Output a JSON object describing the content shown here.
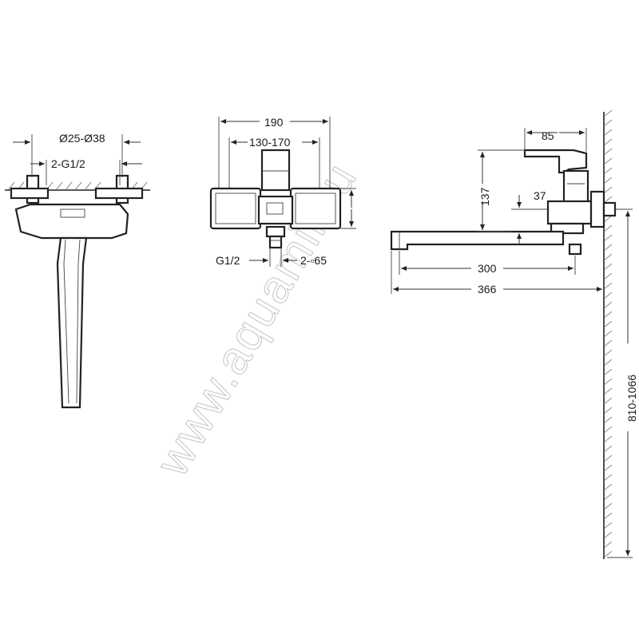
{
  "watermark": "www.aquamir.ru",
  "side_view": {
    "dim_outer_diameter": "Ø25-Ø38",
    "dim_inlet_thread": "2-G1/2"
  },
  "front_view": {
    "dim_total_width": "190",
    "dim_center_distance": "130-170",
    "dim_outlet_thread": "G1/2",
    "dim_flange": "2-▫65"
  },
  "spout_view": {
    "dim_handle_depth": "85",
    "dim_height": "137",
    "dim_wall_offset": "37",
    "dim_spout_reach": "300",
    "dim_total_length": "366",
    "dim_mounting_height": "810-1066"
  }
}
